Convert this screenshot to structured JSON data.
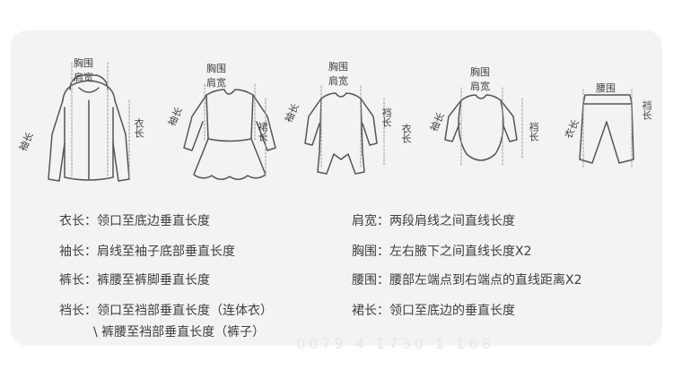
{
  "figure_labels": {
    "chest": "胸围",
    "shoulder": "肩宽",
    "sleeve": "袖长",
    "length": "衣长",
    "skirt": "裙长",
    "crotch": "裆长",
    "waist": "腰围"
  },
  "definitions": [
    {
      "term": "衣长：",
      "text": "领口至底边垂直长度"
    },
    {
      "term": "袖长：",
      "text": "肩线至袖子底部垂直长度"
    },
    {
      "term": "裤长：",
      "text": "裤腰至裤脚垂直长度"
    },
    {
      "term": "裆长：",
      "text": "领口至裆部垂直长度（连体衣）"
    },
    {
      "term": "",
      "text": "\\ 裤腰至裆部垂直长度（裤子）"
    },
    {
      "term": "肩宽：",
      "text": "两段肩线之间直线长度"
    },
    {
      "term": "胸围：",
      "text": "左右腋下之间直线长度X2"
    },
    {
      "term": "腰围：",
      "text": "腰部左端点到右端点的直线距离X2"
    },
    {
      "term": "裙长：",
      "text": "领口至底边的垂直长度"
    }
  ],
  "watermark": "0079 4  1730 1 168"
}
